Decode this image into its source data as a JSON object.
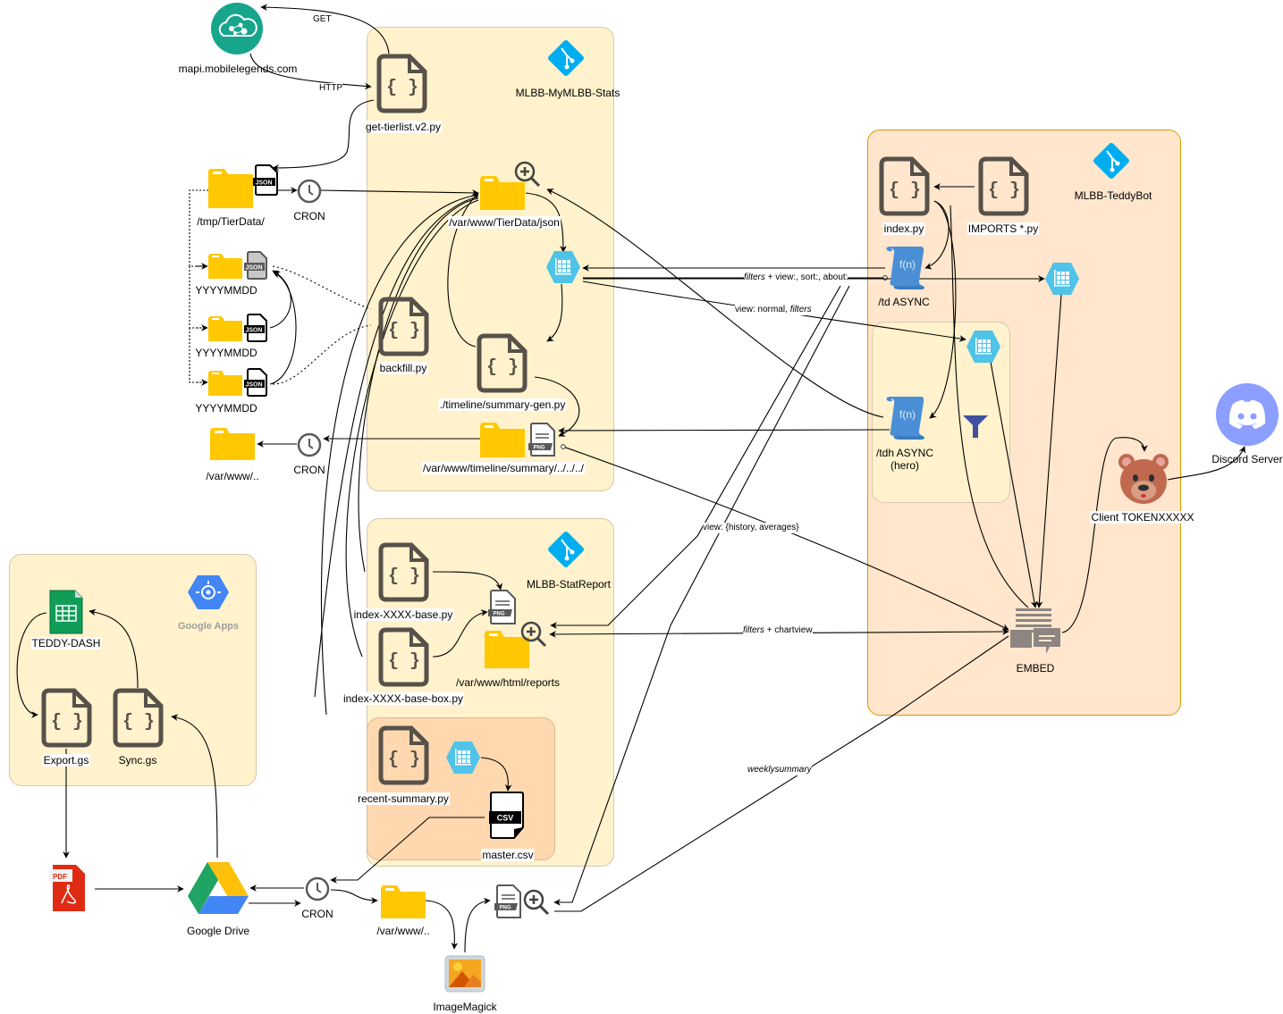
{
  "diagram": {
    "title": "MLBB stats pipeline architecture",
    "colors": {
      "repo_box_fill": "#fff2cc",
      "bot_box_fill": "#ffe6cc",
      "bot_box_border": "#d79b00",
      "subbox_fill": "#ffd8b0",
      "folder_yellow": "#ffc800",
      "git_blue": "#00aeef",
      "table_blue": "#4fc3e8",
      "fn_blue": "#4a8fd6",
      "file_icon": "#57514a",
      "discord": "#8c9eff",
      "mapi_green": "#17a58c",
      "filter": "#4051a0"
    },
    "groups": [
      {
        "id": "mymlbb",
        "label": "MLBB-MyMLBB-Stats",
        "icon": "git-icon"
      },
      {
        "id": "statreport",
        "label": "MLBB-StatReport",
        "icon": "git-icon"
      },
      {
        "id": "teddybot",
        "label": "MLBB-TeddyBot",
        "icon": "git-icon"
      },
      {
        "id": "googleapps",
        "label": "Google Apps",
        "icon": "google-cloud-icon"
      }
    ],
    "nodes": {
      "mapi": {
        "label": "mapi.mobilelegends.com",
        "icon": "cloud-network-icon"
      },
      "get_tierlist": {
        "label": "get-tierlist.v2.py",
        "icon": "code-file-icon"
      },
      "tmp_tierdata": {
        "label": "/tmp/TierData/",
        "icon": "folder-icon",
        "badge": "JSON"
      },
      "cron1": {
        "label": "CRON",
        "icon": "clock-icon"
      },
      "yyyymmdd1": {
        "label": "YYYYMMDD",
        "icon": "folder-icon",
        "badge": "JSON"
      },
      "yyyymmdd2": {
        "label": "YYYYMMDD",
        "icon": "folder-icon",
        "badge": "JSON"
      },
      "yyyymmdd3": {
        "label": "YYYYMMDD",
        "icon": "folder-icon",
        "badge": "JSON"
      },
      "var_www_left": {
        "label": "/var/www/..",
        "icon": "folder-icon"
      },
      "cron2": {
        "label": "CRON",
        "icon": "clock-icon"
      },
      "tierdata_json": {
        "label": "/var/www/TierData/json",
        "icon": "folder-search-icon"
      },
      "table1": {
        "label": "",
        "icon": "table-icon"
      },
      "backfill": {
        "label": "backfill.py",
        "icon": "code-file-icon"
      },
      "summary_gen": {
        "label": "./timeline/summary-gen.py",
        "icon": "code-file-icon"
      },
      "timeline_summary": {
        "label": "/var/www/timeline/summary/../../../",
        "icon": "folder-icon",
        "badge": "PNG"
      },
      "index_base": {
        "label": "index-XXXX-base.py",
        "icon": "code-file-icon"
      },
      "index_base_box": {
        "label": "index-XXXX-base-box.py",
        "icon": "code-file-icon"
      },
      "png_report": {
        "label": "",
        "icon": "png-file-icon",
        "badge": "PNG"
      },
      "html_reports": {
        "label": "/var/www/html/reports",
        "icon": "folder-search-icon"
      },
      "recent_summary": {
        "label": "recent-summary.py",
        "icon": "code-file-icon"
      },
      "table_recent": {
        "label": "",
        "icon": "table-icon"
      },
      "master_csv": {
        "label": "master.csv",
        "icon": "csv-file-icon",
        "badge": "CSV"
      },
      "teddy_dash": {
        "label": "TEDDY-DASH",
        "icon": "spreadsheet-icon"
      },
      "export_gs": {
        "label": "Export.gs",
        "icon": "code-file-icon"
      },
      "sync_gs": {
        "label": "Sync.gs",
        "icon": "code-file-icon"
      },
      "pdf": {
        "label": "",
        "icon": "pdf-icon",
        "badge": "PDF"
      },
      "google_drive": {
        "label": "Google Drive",
        "icon": "google-drive-icon"
      },
      "cron3": {
        "label": "CRON",
        "icon": "clock-icon"
      },
      "var_www_bottom": {
        "label": "/var/www/..",
        "icon": "folder-icon"
      },
      "imagemagick": {
        "label": "ImageMagick",
        "icon": "image-icon"
      },
      "png_search": {
        "label": "",
        "icon": "png-search-icon",
        "badge": "PNG"
      },
      "index_py": {
        "label": "index.py",
        "icon": "code-file-icon"
      },
      "imports_py": {
        "label": "IMPORTS *.py",
        "icon": "code-file-icon"
      },
      "td_async": {
        "label": "/td ASYNC",
        "icon": "function-scroll-icon",
        "glyph": "f(n)"
      },
      "table_td": {
        "label": "",
        "icon": "table-icon"
      },
      "table_tdh": {
        "label": "",
        "icon": "table-icon"
      },
      "tdh_async": {
        "label": "/tdh ASYNC",
        "sublabel": "(hero)",
        "icon": "function-scroll-icon",
        "glyph": "f(n)"
      },
      "filter": {
        "label": "",
        "icon": "filter-icon"
      },
      "embed": {
        "label": "EMBED",
        "icon": "embed-message-icon"
      },
      "client": {
        "label": "Client TOKENXXXXX",
        "icon": "bear-icon"
      },
      "discord": {
        "label": "Discord Server",
        "icon": "discord-icon"
      }
    },
    "edge_labels": {
      "get": "GET",
      "http": "HTTP",
      "td_filters_italic": "filters",
      "td_filters_rest": " + view:, sort:, about:",
      "view_normal": "view: normal, ",
      "view_normal_italic": "filters",
      "view_history": "view: {history, averages}",
      "chartview_italic": "filters",
      "chartview_rest": " + chartview",
      "weeklysummary": "weeklysummary"
    }
  }
}
